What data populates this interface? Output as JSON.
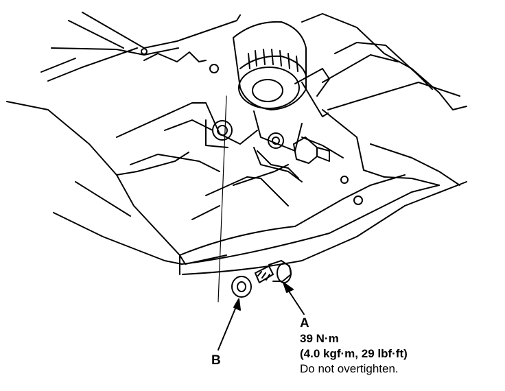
{
  "labels": {
    "a": "A",
    "torque": "39 N·m",
    "conversion": "(4.0 kgf·m, 29 lbf·ft)",
    "note": "Do not overtighten.",
    "b": "B"
  }
}
